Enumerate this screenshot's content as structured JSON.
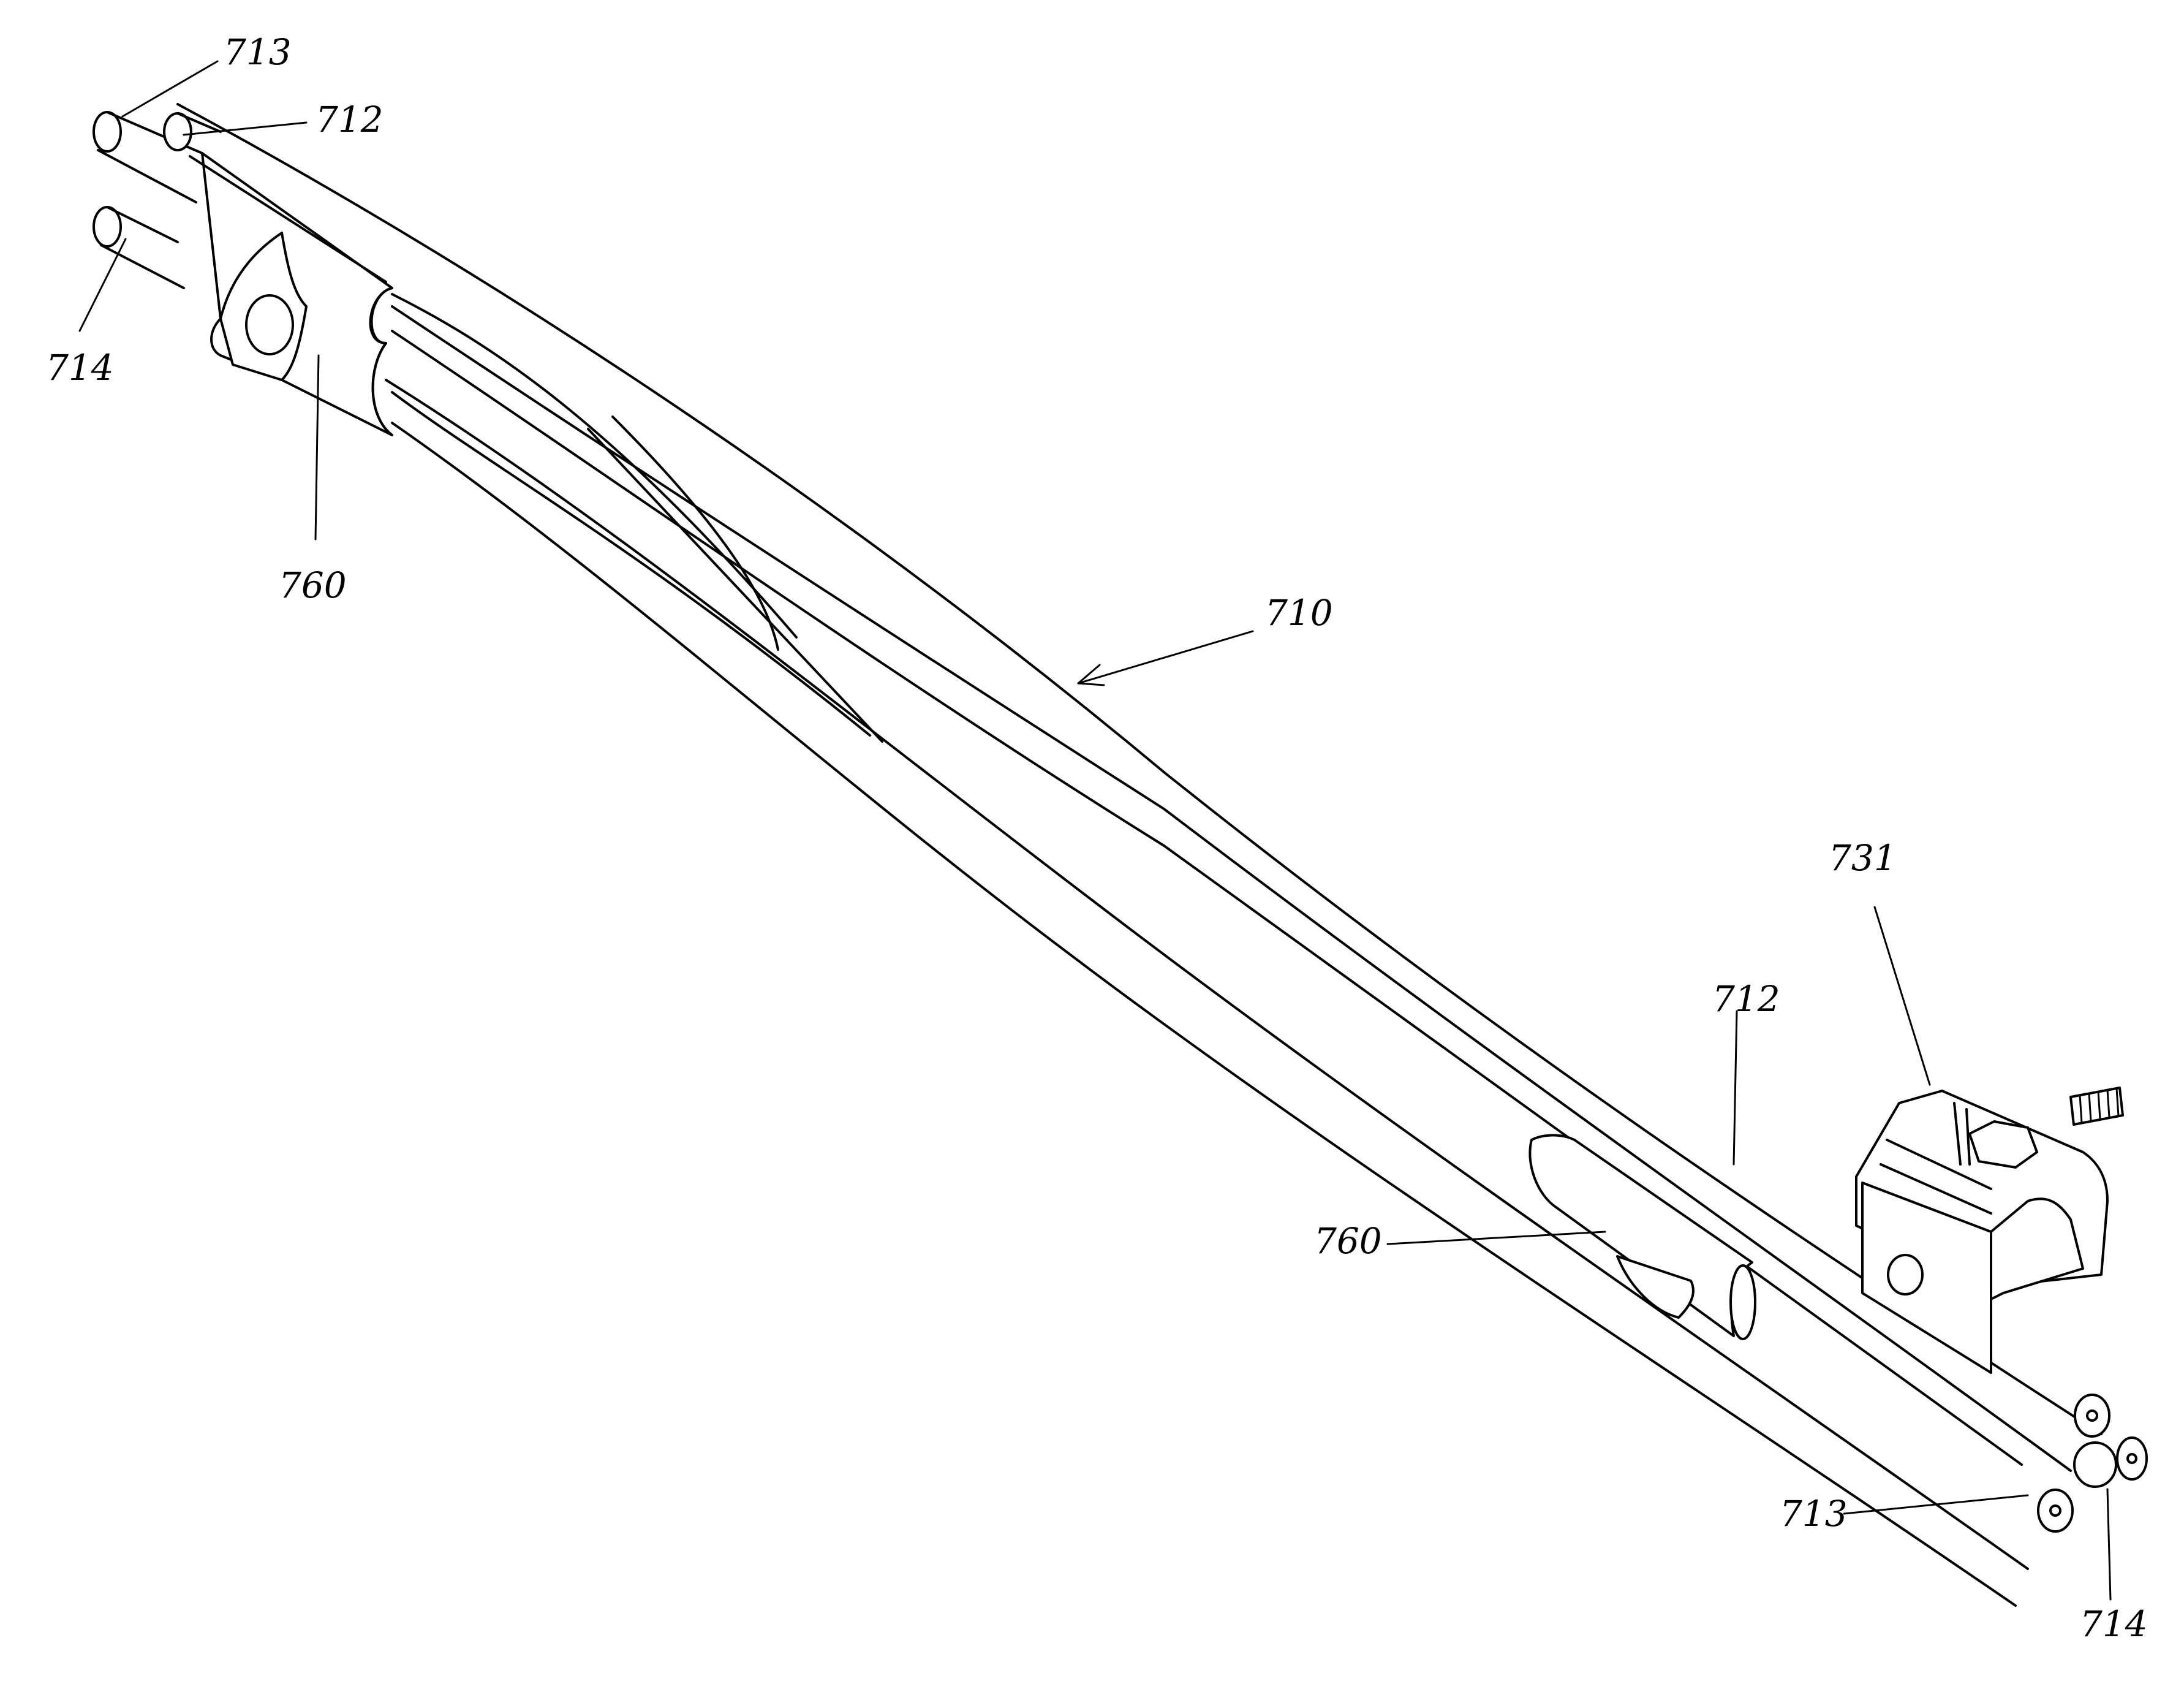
{
  "figure": {
    "labels": {
      "cable_top_left": "713",
      "cable_mid_left": "712",
      "cable_bottom_left": "714",
      "spacer_left": "760",
      "assembly": "710",
      "bracket": "731",
      "cable_mid_right": "712",
      "spacer_right": "760",
      "cable_end_right": "713",
      "cable_bottom_right": "714"
    }
  }
}
